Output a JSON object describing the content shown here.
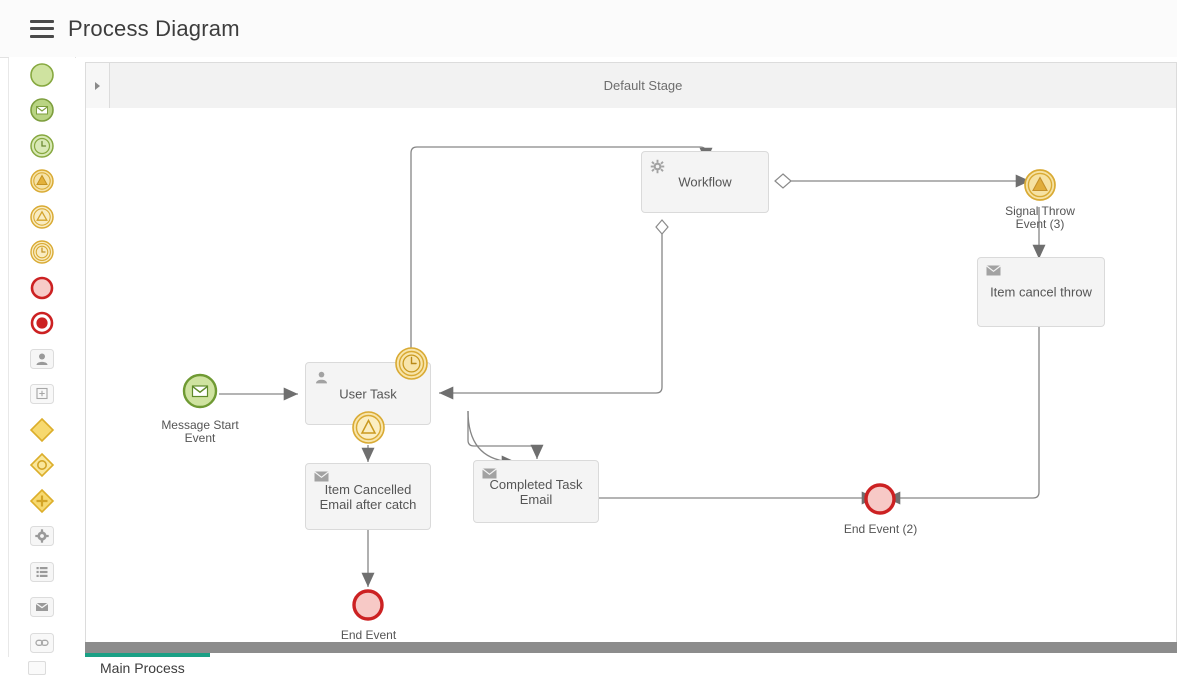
{
  "header": {
    "title": "Process Diagram",
    "menu_icon": "hamburger-menu-icon"
  },
  "palette": {
    "items": [
      {
        "name": "none-start-event",
        "icon": "circle-plain-green-icon",
        "kind": "start"
      },
      {
        "name": "message-start-event",
        "icon": "envelope-green-icon",
        "kind": "start"
      },
      {
        "name": "timer-start-event",
        "icon": "clock-green-icon",
        "kind": "start"
      },
      {
        "name": "signal-throw-event",
        "icon": "triangle-filled-yellow-icon",
        "kind": "intermediate"
      },
      {
        "name": "signal-catch-event",
        "icon": "triangle-outline-yellow-icon",
        "kind": "intermediate"
      },
      {
        "name": "timer-intermediate-event",
        "icon": "clock-yellow-icon",
        "kind": "intermediate"
      },
      {
        "name": "end-event",
        "icon": "circle-red-icon",
        "kind": "end"
      },
      {
        "name": "terminate-end-event",
        "icon": "circle-filled-red-icon",
        "kind": "end"
      },
      {
        "name": "user-task",
        "icon": "person-icon",
        "kind": "task"
      },
      {
        "name": "sub-process",
        "icon": "plus-box-icon",
        "kind": "task"
      },
      {
        "name": "exclusive-gateway",
        "icon": "diamond-plain-icon",
        "kind": "gateway"
      },
      {
        "name": "inclusive-gateway",
        "icon": "diamond-circle-icon",
        "kind": "gateway"
      },
      {
        "name": "parallel-gateway",
        "icon": "diamond-plus-icon",
        "kind": "gateway"
      },
      {
        "name": "service-task",
        "icon": "gear-icon",
        "kind": "task"
      },
      {
        "name": "script-task",
        "icon": "list-lines-icon",
        "kind": "task"
      },
      {
        "name": "send-task",
        "icon": "envelope-grey-icon",
        "kind": "task"
      },
      {
        "name": "link-event",
        "icon": "link-chain-icon",
        "kind": "task"
      }
    ]
  },
  "stage": {
    "title": "Default Stage",
    "collapse_icon": "triangle-right-icon"
  },
  "diagram": {
    "nodes": [
      {
        "id": "message-start-event",
        "type": "start-event",
        "label": "Message Start\nEvent",
        "icon": "envelope-icon"
      },
      {
        "id": "user-task",
        "type": "task",
        "label": "User Task",
        "icon": "person-icon"
      },
      {
        "id": "timer-boundary-event",
        "type": "boundary-event",
        "label": "",
        "icon": "clock-icon"
      },
      {
        "id": "signal-boundary-event",
        "type": "boundary-event",
        "label": "",
        "icon": "triangle-outline-icon"
      },
      {
        "id": "workflow",
        "type": "task",
        "label": "Workflow",
        "icon": "gear-icon"
      },
      {
        "id": "signal-throw-event",
        "type": "intermediate-event",
        "label": "Signal Throw\nEvent (3)",
        "icon": "triangle-filled-icon"
      },
      {
        "id": "item-cancel-throw",
        "type": "task",
        "label": "Item cancel throw",
        "icon": "envelope-icon"
      },
      {
        "id": "item-cancelled-email",
        "type": "task",
        "label": "Item Cancelled\nEmail after catch",
        "icon": "envelope-icon"
      },
      {
        "id": "completed-task-email",
        "type": "task",
        "label": "Completed Task\nEmail",
        "icon": "envelope-icon"
      },
      {
        "id": "end-event-2",
        "type": "end-event",
        "label": "End Event (2)",
        "icon": ""
      },
      {
        "id": "end-event",
        "type": "end-event",
        "label": "End Event",
        "icon": ""
      }
    ],
    "labels": {
      "message_start_event": "Message Start\nEvent",
      "user_task": "User Task",
      "workflow": "Workflow",
      "signal_throw_event": "Signal Throw\nEvent (3)",
      "item_cancel_throw": "Item cancel throw",
      "item_cancelled_email": "Item Cancelled\nEmail after catch",
      "completed_task_email": "Completed Task\nEmail",
      "end_event_2": "End Event (2)",
      "end_event": "End Event"
    }
  },
  "bottom": {
    "tab_label": "Main Process"
  },
  "colors": {
    "start_green_fill": "#bcd98a",
    "start_green_stroke": "#7a9c3c",
    "event_yellow_fill": "#f2d277",
    "event_yellow_stroke": "#d6a62c",
    "end_red_fill": "#f6c3c0",
    "end_red_stroke": "#cc2122",
    "task_fill": "#f4f4f4",
    "task_stroke": "#dadada",
    "connector": "#767676",
    "progress": "#1aa085",
    "scrollbar": "#8c8c8c"
  }
}
